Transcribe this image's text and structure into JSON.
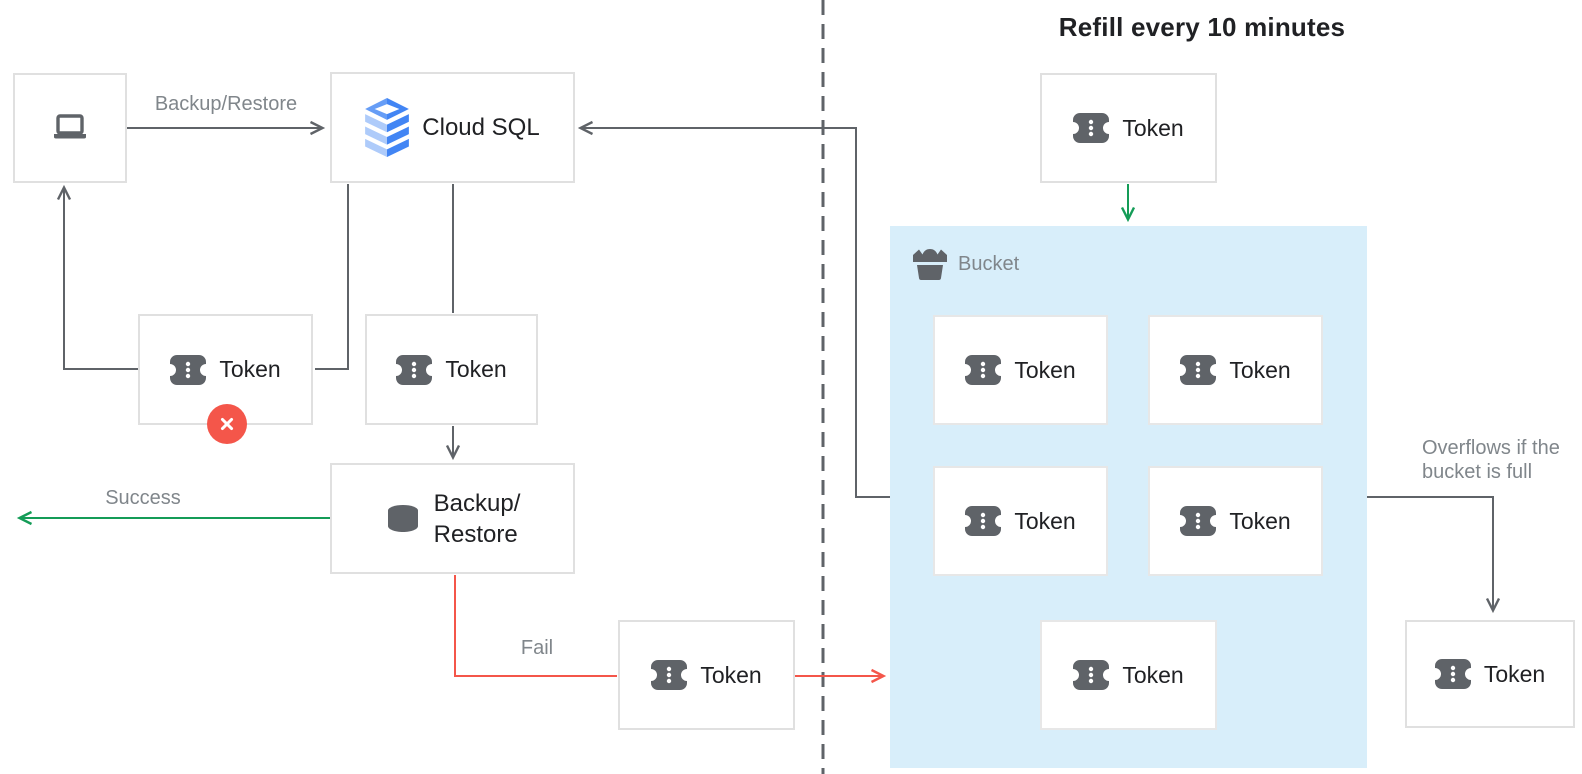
{
  "title": "Refill every 10 minutes",
  "nodes": {
    "client": {
      "icon": "laptop-icon"
    },
    "cloud_sql": {
      "icon": "cloud-sql-icon",
      "label": "Cloud SQL"
    },
    "token": {
      "icon": "token-icon",
      "label": "Token"
    },
    "backup_restore": {
      "icon": "database-icon",
      "label_line1": "Backup/",
      "label_line2": "Restore"
    },
    "bucket": {
      "icon": "bucket-icon",
      "label": "Bucket",
      "token_count": 5
    }
  },
  "edge_labels": {
    "request": "Backup/Restore",
    "success": "Success",
    "fail": "Fail",
    "overflow_line1": "Overflows if the",
    "overflow_line2": "bucket is full"
  },
  "colors": {
    "connector": "#5f6368",
    "success_green": "#149c57",
    "fail_red": "#f4564a",
    "error_badge": "#f4564a",
    "bucket_fill": "#d8eefa",
    "muted_text": "#80868b",
    "text": "#202124",
    "box_border": "#e0e0e0",
    "icon_gray": "#5f6368",
    "cloud_sql_blue": "#4285f4",
    "cloud_sql_blue_mid": "#669df6",
    "cloud_sql_blue_light": "#aecbfa"
  }
}
